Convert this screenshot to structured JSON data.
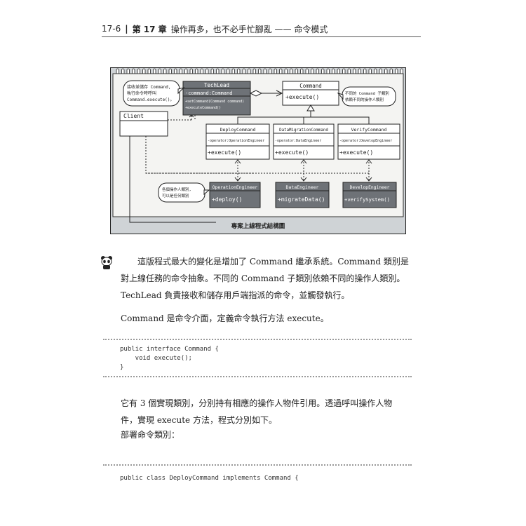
{
  "header": {
    "page": "17-6",
    "separator": "|",
    "chapter": "第 17 章",
    "title": "操作再多，也不必手忙腳亂 —— 命令模式"
  },
  "diagram": {
    "caption": "專案上線程式結構圖",
    "bubbles": {
      "techlead_note": [
        "接收並儲存 Command,",
        "執行命令時呼叫",
        "Command.execute()。"
      ],
      "command_note": [
        "不同的 Command 子類別",
        "依賴不同的操作人類別"
      ],
      "operator_note": [
        "各個操作人類別,",
        "可以是任何類別"
      ]
    },
    "classes": {
      "techlead": {
        "name": "TechLead",
        "fields": [
          "-command:Command"
        ],
        "methods": [
          "+setCommand(Command command)",
          "+executeCommand()"
        ]
      },
      "command": {
        "name": "Command",
        "methods": [
          "+execute()"
        ]
      },
      "client": {
        "name": "Client"
      },
      "deploy_command": {
        "name": "DeployCommand",
        "fields": [
          "-operator:OperationEngineer"
        ],
        "methods": [
          "+execute()"
        ]
      },
      "data_migration_command": {
        "name": "DataMigrationCommand",
        "fields": [
          "-operator:DataEngineer"
        ],
        "methods": [
          "+execute()"
        ]
      },
      "verify_command": {
        "name": "VerifyCommand",
        "fields": [
          "-operator:DevelopEngineer"
        ],
        "methods": [
          "+execute()"
        ]
      },
      "operation_engineer": {
        "name": "OperationEngineer",
        "methods": [
          "+deploy()"
        ]
      },
      "data_engineer": {
        "name": "DataEngineer",
        "methods": [
          "+migrateData()"
        ]
      },
      "develop_engineer": {
        "name": "DevelopEngineer",
        "methods": [
          "+verifySystem()"
        ]
      }
    }
  },
  "paragraphs": {
    "p1": [
      "這版程式最大的變化是增加了 Command 繼承系統。Command 類別是",
      "對上線任務的命令抽象。不同的 Command 子類別依賴不同的操作人類別。",
      "TechLead 負責接收和儲存用戶端指派的命令，並觸發執行。"
    ],
    "p2": "Command 是命令介面，定義命令執行方法 execute。",
    "p3": [
      "它有 3 個實現類別，分別持有相應的操作人物件引用。透過呼叫操作人物",
      "件，實現 execute 方法，程式分別如下。"
    ],
    "p4": "部署命令類別："
  },
  "code1": [
    "public interface Command {",
    "    void execute();",
    "}"
  ],
  "code2": [
    "public class DeployCommand implements Command {"
  ],
  "colors": {
    "figure_bg": "#cfd3d6",
    "gray_box": "#6e7277",
    "white_box": "#ffffff"
  }
}
